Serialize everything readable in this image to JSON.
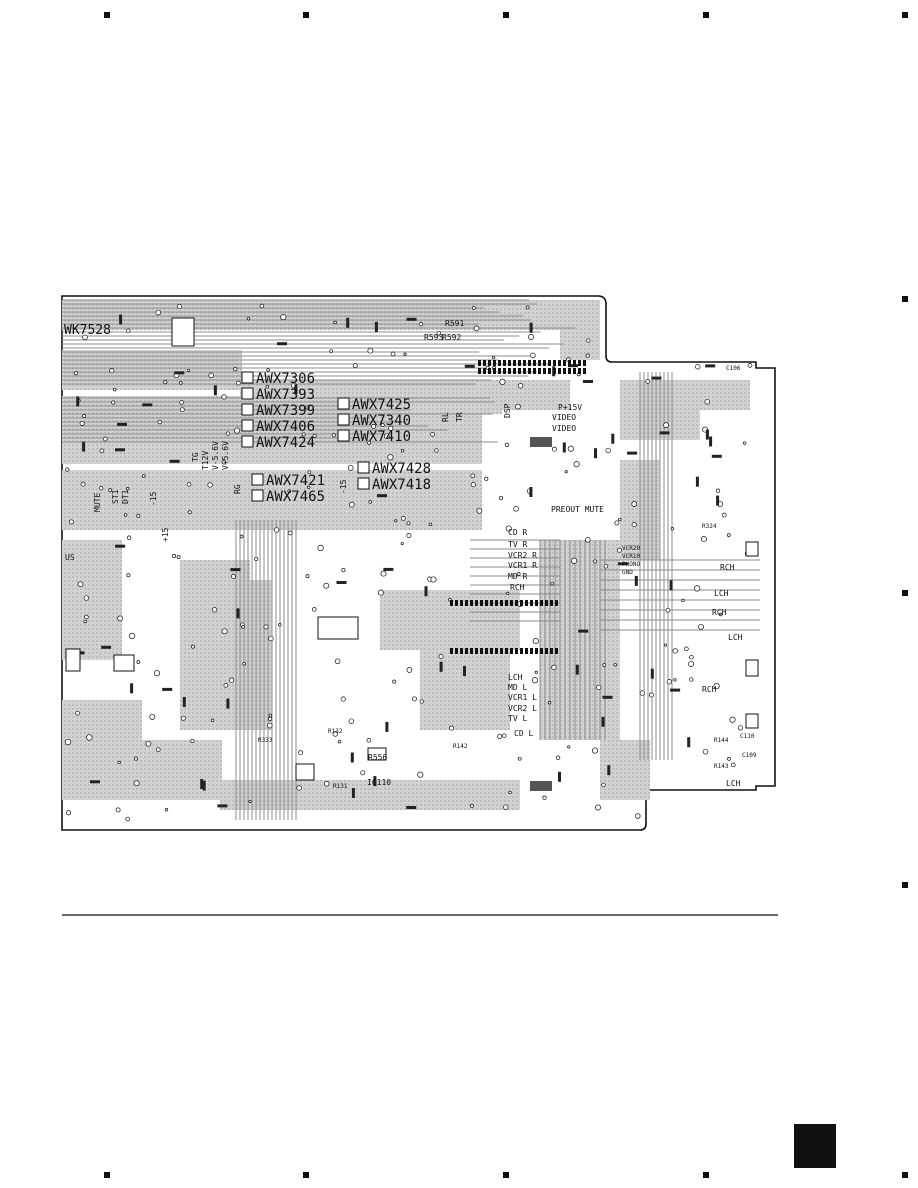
{
  "board": {
    "title": "WK7528",
    "colors": {
      "copper": "#c9c9c9",
      "trace": "#9a9a9a",
      "ink": "#111111",
      "background": "#ffffff"
    }
  },
  "parts": [
    {
      "label": "AWX7306"
    },
    {
      "label": "AWX7393"
    },
    {
      "label": "AWX7399"
    },
    {
      "label": "AWX7406"
    },
    {
      "label": "AWX7424"
    },
    {
      "label": "AWX7425"
    },
    {
      "label": "AWX7340"
    },
    {
      "label": "AWX7410"
    },
    {
      "label": "AWX7421"
    },
    {
      "label": "AWX7465"
    },
    {
      "label": "AWX7428"
    },
    {
      "label": "AWX7418"
    }
  ],
  "labels": {
    "preout_mute": "PREOUT MUTE",
    "cd_r": "CD R",
    "tv_r": "TV R",
    "vcr2_r": "VCR2 R",
    "vcr1_r": "VCR1 R",
    "md_r": "MD R",
    "rch": "RCH",
    "lch": "LCH",
    "md_l": "MD L",
    "vcr1_l": "VCR1 L",
    "vcr2_l": "VCR2 L",
    "tv_l": "TV L",
    "cd_l": "CD L",
    "video_a": "VIDEO",
    "video_b": "VIDEO",
    "p15v": "P+15V",
    "tr": "TR",
    "rl": "RL",
    "rg": "RG",
    "tg": "TG",
    "v55a": "V+5.6V",
    "v55b": "V-5.6V",
    "t12v": "T12V",
    "m15a": "-15",
    "m15b": "-15",
    "p15": "+15",
    "dt1": "DT1",
    "st1": "ST1",
    "mute": "MUTE",
    "dsp": "DSP",
    "us": "US",
    "r591": "R591",
    "r592": "R592",
    "r593": "R593",
    "r_rch_a": "RCH",
    "r_lch_a": "LCH",
    "r_rch_b": "RCH",
    "r_lch_b": "LCH",
    "r_rch_c": "RCH",
    "r_lch_c": "LCH",
    "c109": "C109",
    "ic110": "IC110",
    "r556": "R556",
    "r333": "R333",
    "r131": "R131",
    "r132": "R132",
    "r142": "R142",
    "r143": "R143",
    "r144": "R144",
    "c106": "C106",
    "c110": "C110",
    "r324": "R324",
    "vcr20": "VCR20",
    "vcr10": "VCR10",
    "gnd": "GND",
    "phono": "PHONO"
  }
}
